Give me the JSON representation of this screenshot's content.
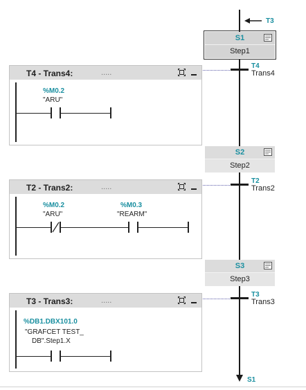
{
  "top_transition_ref": "T3",
  "end_step_ref": "S1",
  "steps": [
    {
      "number": "S1",
      "name": "Step1"
    },
    {
      "number": "S2",
      "name": "Step2"
    },
    {
      "number": "S3",
      "name": "Step3"
    }
  ],
  "transitions": [
    {
      "number": "T4",
      "name": "Trans4"
    },
    {
      "number": "T2",
      "name": "Trans2"
    },
    {
      "number": "T3",
      "name": "Trans3"
    }
  ],
  "panels": [
    {
      "title": "T4 - Trans4:",
      "comment": ".....",
      "contacts": [
        {
          "address": "%M0.2",
          "symbol": "\"ARU\"",
          "type": "NO"
        }
      ]
    },
    {
      "title": "T2 - Trans2:",
      "comment": ".....",
      "contacts": [
        {
          "address": "%M0.2",
          "symbol": "\"ARU\"",
          "type": "NC"
        },
        {
          "address": "%M0.3",
          "symbol": "\"REARM\"",
          "type": "NO"
        }
      ]
    },
    {
      "title": "T3 - Trans3:",
      "comment": ".....",
      "contacts": [
        {
          "address": "%DB1.DBX101.0",
          "symbol_line1": "\"GRAFCET TEST_",
          "symbol_line2": "DB\".Step1.X",
          "type": "NO"
        }
      ]
    }
  ],
  "icons": {
    "step_note": "note-icon",
    "panel_expand": "expand-icon",
    "panel_minimize": "minimize-icon",
    "arrow": "arrow-icon"
  },
  "colors": {
    "accent": "#1a8fa0",
    "header_bg": "#dcdcdc",
    "dotted_link": "#5a5aa8"
  }
}
